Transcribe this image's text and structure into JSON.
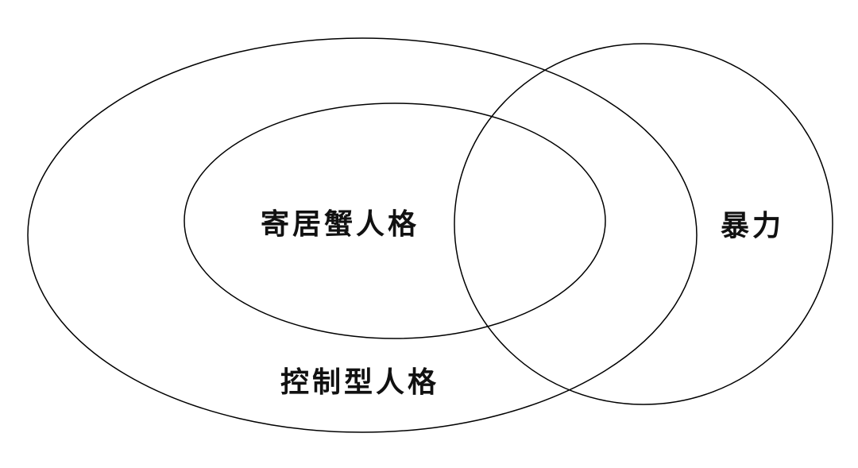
{
  "labels": {
    "inner": "寄居蟹人格",
    "outer": "控制型人格",
    "right": "暴力"
  },
  "colors": {
    "stroke": "#000000",
    "text": "#111111",
    "background": "#ffffff"
  }
}
